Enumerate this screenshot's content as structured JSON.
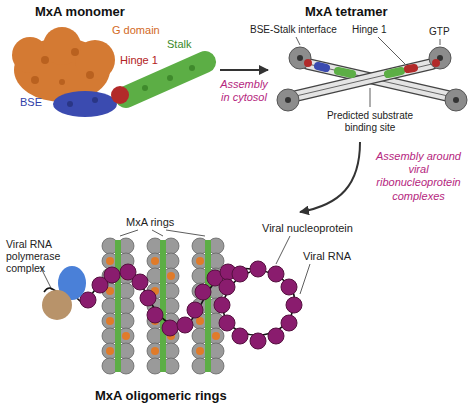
{
  "diagram": {
    "nodes": [
      {
        "text": [
          "MxA monomer"
        ]
      },
      {
        "text": [
          "MxA tetramer"
        ]
      },
      {
        "text": [
          "MxA oligomeric rings"
        ]
      }
    ],
    "edges": [
      {
        "from": 0,
        "to": 1,
        "arrow": "to",
        "label": "Assembly in cytosol"
      },
      {
        "from": 1,
        "to": 2,
        "arrow": "to",
        "label": "Assembly around viral ribonucleoprotein complexes"
      }
    ],
    "labels": [
      "G domain",
      "Hinge 1",
      "BSE",
      "Stalk",
      "BSE-Stalk interface",
      "Hinge 1",
      "GTP",
      "Predicted substrate binding site",
      "MxA rings",
      "Viral nucleoprotein",
      "Viral RNA",
      "Viral RNA polymerase complex"
    ]
  }
}
